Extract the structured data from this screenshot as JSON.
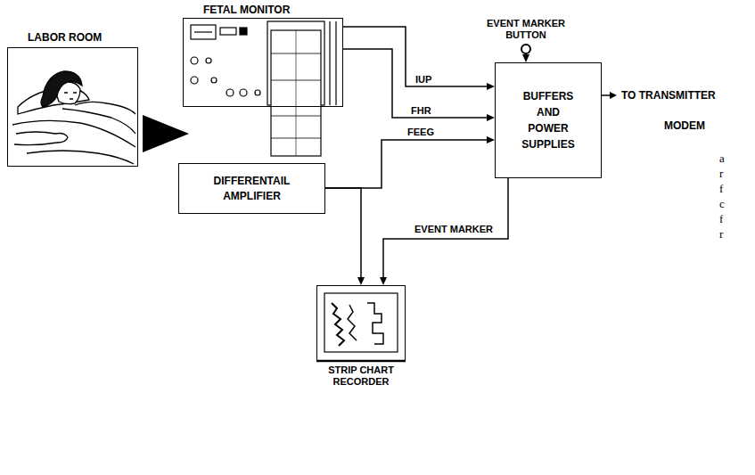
{
  "diagram": {
    "nodes": [
      {
        "text": [
          "LABOR ROOM"
        ]
      },
      {
        "text": [
          "FETAL MONITOR"
        ]
      },
      {
        "text": [
          "EVENT MARKER BUTTON"
        ]
      },
      {
        "text": [
          "BUFFERS AND POWER SUPPLIES"
        ]
      },
      {
        "text": [
          "DIFFERENTAIL AMPLIFIER"
        ]
      },
      {
        "text": [
          "STRIP CHART RECORDER"
        ]
      }
    ],
    "edges": [
      {
        "from": 1,
        "to": 3,
        "label": "IUP",
        "arrow": "to"
      },
      {
        "from": 1,
        "to": 3,
        "label": "FHR",
        "arrow": "to"
      },
      {
        "from": 2,
        "to": 3,
        "arrow": "to"
      },
      {
        "from": 4,
        "to": 3,
        "label": "FEEG",
        "arrow": "to"
      },
      {
        "from": 4,
        "to": 5,
        "arrow": "to"
      },
      {
        "from": 3,
        "to": 5,
        "label": "EVENT MARKER",
        "arrow": "to"
      }
    ],
    "labels": [
      "TO TRANSMITTER",
      "MODEM",
      "a",
      "r",
      "f",
      "c",
      "f",
      "r"
    ]
  }
}
